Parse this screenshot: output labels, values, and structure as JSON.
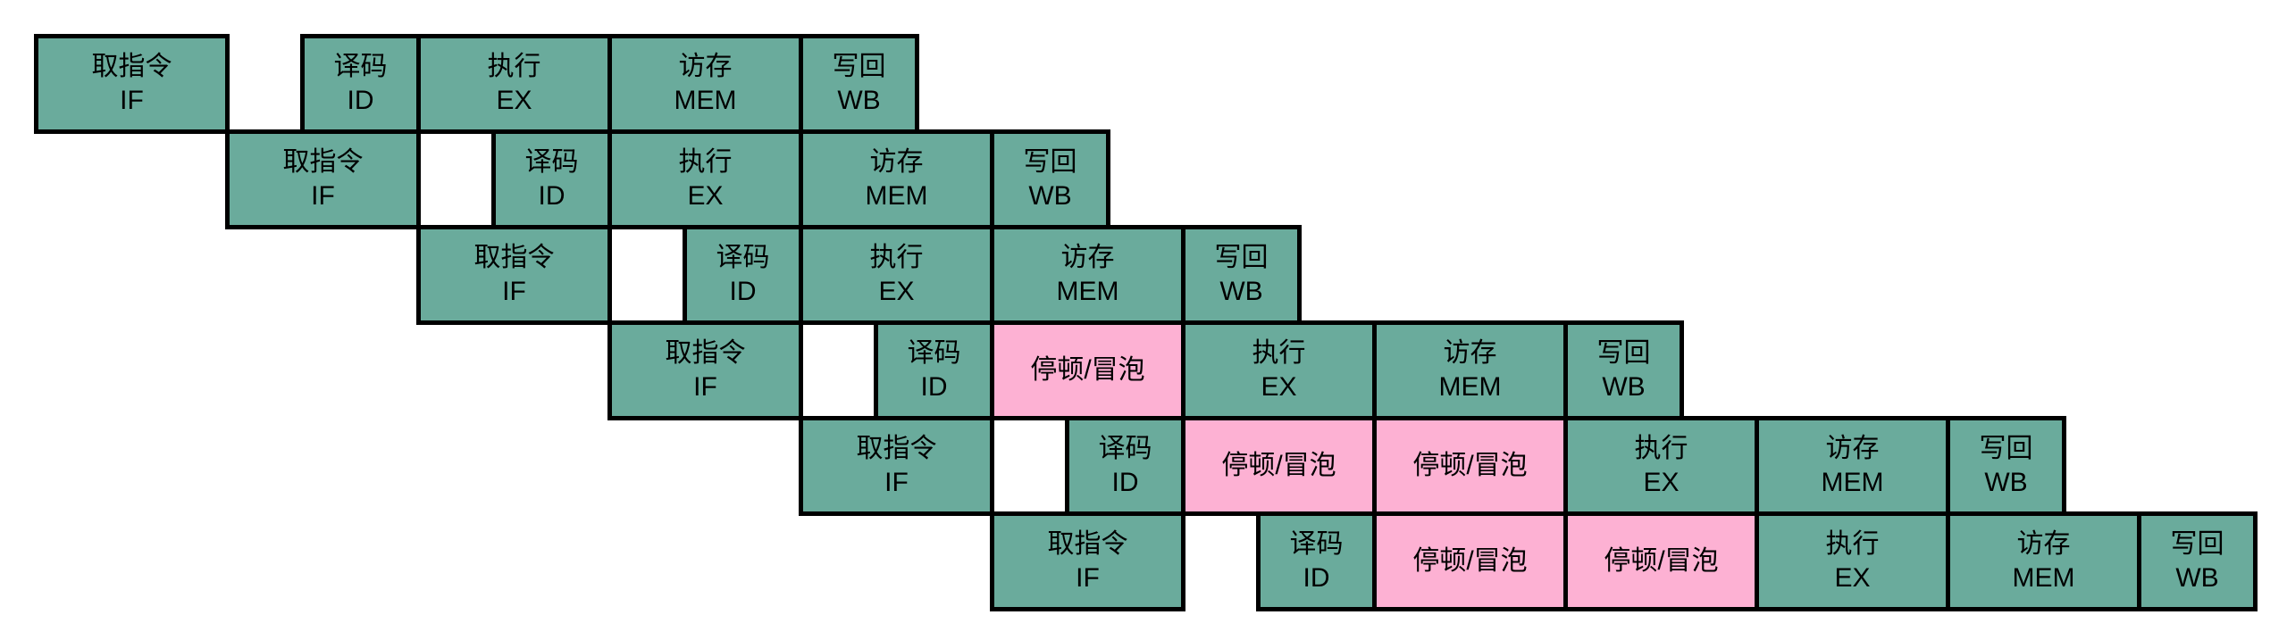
{
  "palette": {
    "page_bg": "#ffffff",
    "stage_fill": "#6aab9c",
    "stall_fill": "#fdb1d3",
    "border": "#000000",
    "text": "#000000"
  },
  "stages": {
    "fetch": {
      "zh": "取指令",
      "abbr": "IF"
    },
    "decode": {
      "zh": "译码",
      "abbr": "ID"
    },
    "execute": {
      "zh": "执行",
      "abbr": "EX"
    },
    "memory": {
      "zh": "访存",
      "abbr": "MEM"
    },
    "writeback": {
      "zh": "写回",
      "abbr": "WB"
    },
    "stall": {
      "label": "停顿/冒泡"
    }
  },
  "pipeline": {
    "instructions": [
      {
        "stall_cycles": 0,
        "sequence": [
          "IF",
          "ID",
          "EX",
          "MEM",
          "WB"
        ]
      },
      {
        "stall_cycles": 0,
        "sequence": [
          "IF",
          "ID",
          "EX",
          "MEM",
          "WB"
        ]
      },
      {
        "stall_cycles": 0,
        "sequence": [
          "IF",
          "ID",
          "EX",
          "MEM",
          "WB"
        ]
      },
      {
        "stall_cycles": 1,
        "sequence": [
          "IF",
          "ID",
          "停顿/冒泡",
          "EX",
          "MEM",
          "WB"
        ]
      },
      {
        "stall_cycles": 2,
        "sequence": [
          "IF",
          "ID",
          "停顿/冒泡",
          "停顿/冒泡",
          "EX",
          "MEM",
          "WB"
        ]
      },
      {
        "stall_cycles": 2,
        "sequence": [
          "IF",
          "ID",
          "停顿/冒泡",
          "停顿/冒泡",
          "EX",
          "MEM",
          "WB"
        ]
      }
    ]
  }
}
